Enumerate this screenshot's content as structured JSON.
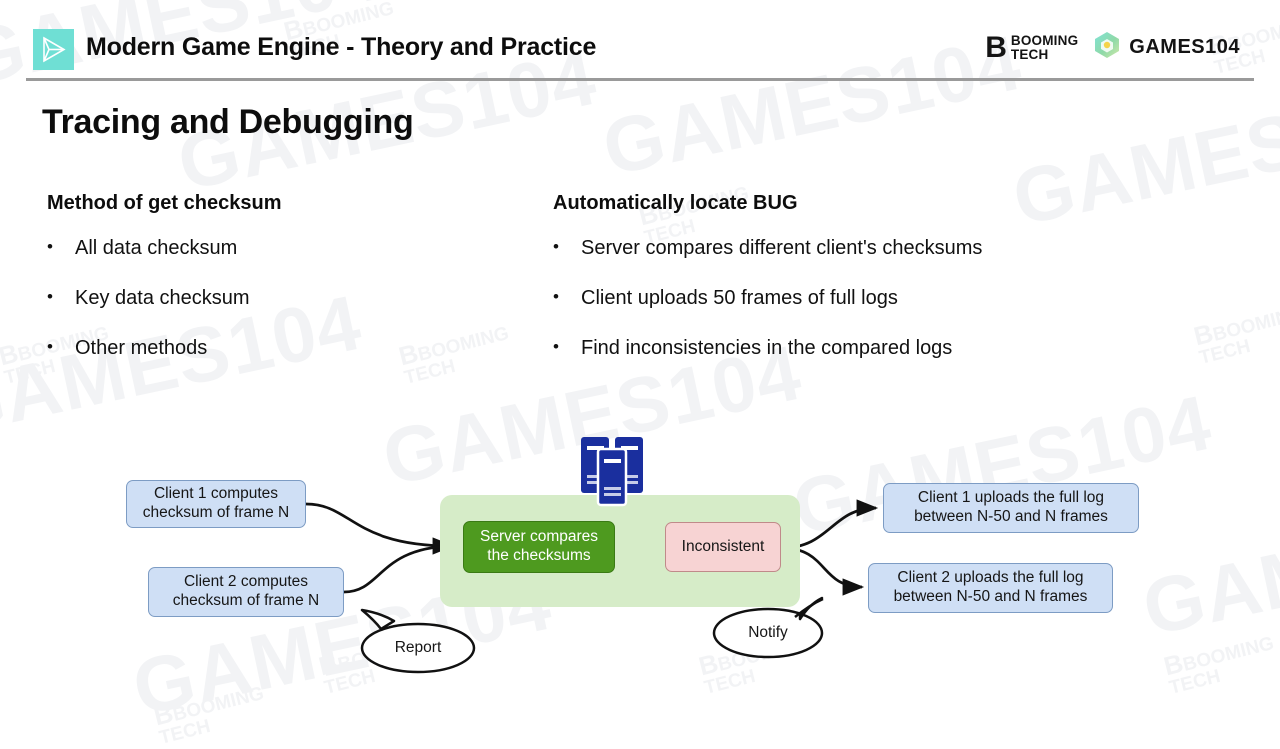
{
  "header": {
    "title": "Modern Game Engine - Theory and Practice",
    "logo_icon": "triangle-play-wireframe-icon",
    "booming": {
      "mark": "B",
      "line1": "BOOMING",
      "line2": "TECH"
    },
    "games": {
      "icon": "cube-hexagon-icon",
      "text": "GAMES104"
    },
    "accent_color": "#6fdfd4",
    "rule_color": "#9a9a9a"
  },
  "slide": {
    "title": "Tracing and Debugging",
    "columns": [
      {
        "heading": "Method of get checksum",
        "bullets": [
          "All data checksum",
          "Key data checksum",
          "Other methods"
        ]
      },
      {
        "heading": "Automatically locate BUG",
        "bullets": [
          "Server compares different client's checksums",
          "Client uploads 50 frames of full logs",
          "Find inconsistencies in the compared logs"
        ]
      }
    ]
  },
  "diagram": {
    "type": "flowchart",
    "nodes": {
      "client1_compute": {
        "line1": "Client 1 computes",
        "line2": "checksum of frame N",
        "color": "#cfdff5"
      },
      "client2_compute": {
        "line1": "Client 2 computes",
        "line2": "checksum of frame N",
        "color": "#cfdff5"
      },
      "server_compare": {
        "line1": "Server compares",
        "line2": "the checksums",
        "color": "#4e9a1f"
      },
      "inconsistent": {
        "line1": "Inconsistent",
        "color": "#f7d3d3"
      },
      "client1_upload": {
        "line1": "Client 1 uploads the full log",
        "line2": "between N-50 and N frames",
        "color": "#cfdff5"
      },
      "client2_upload": {
        "line1": "Client 2 uploads the full log",
        "line2": "between N-50 and N frames",
        "color": "#cfdff5"
      }
    },
    "server_group": {
      "icon": "server-stack-icon",
      "icon_color": "#1a2f9e",
      "background": "#d6ecc8"
    },
    "callouts": [
      {
        "name": "report",
        "label": "Report"
      },
      {
        "name": "notify",
        "label": "Notify"
      }
    ],
    "edges": [
      {
        "from": "client1_compute",
        "to": "server_compare"
      },
      {
        "from": "client2_compute",
        "to": "server_compare"
      },
      {
        "from": "server_compare",
        "to": "inconsistent"
      },
      {
        "from": "inconsistent",
        "to": "client1_upload"
      },
      {
        "from": "inconsistent",
        "to": "client2_upload"
      }
    ]
  },
  "watermarks": {
    "games_text": "GAMES104",
    "booming_mark": "B",
    "booming_line1": "BOOMING",
    "booming_line2": "TECH",
    "color": "#f2f3f5"
  }
}
